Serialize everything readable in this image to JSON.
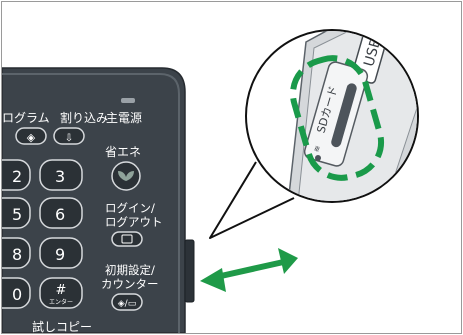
{
  "panel": {
    "header_left": "ログラム",
    "header_interrupt": "割り込み",
    "main_power": "主電源",
    "energy_saver": "省エネ",
    "login_line1": "ログイン/",
    "login_line2": "ログアウト",
    "settings_line1": "初期設定/",
    "settings_line2": "カウンター",
    "bottom_label": "試しコピー",
    "keys": [
      "2",
      "3",
      "5",
      "6",
      "8",
      "9",
      "0",
      "#"
    ],
    "enter_label": "エンター"
  },
  "slots": {
    "usb_label": "USB",
    "sd_label": "SDカード"
  },
  "colors": {
    "panel_body": "#3c434a",
    "panel_edge": "#5c646b",
    "highlight": "#1a9a4a",
    "arrow": "#1f9a48"
  }
}
